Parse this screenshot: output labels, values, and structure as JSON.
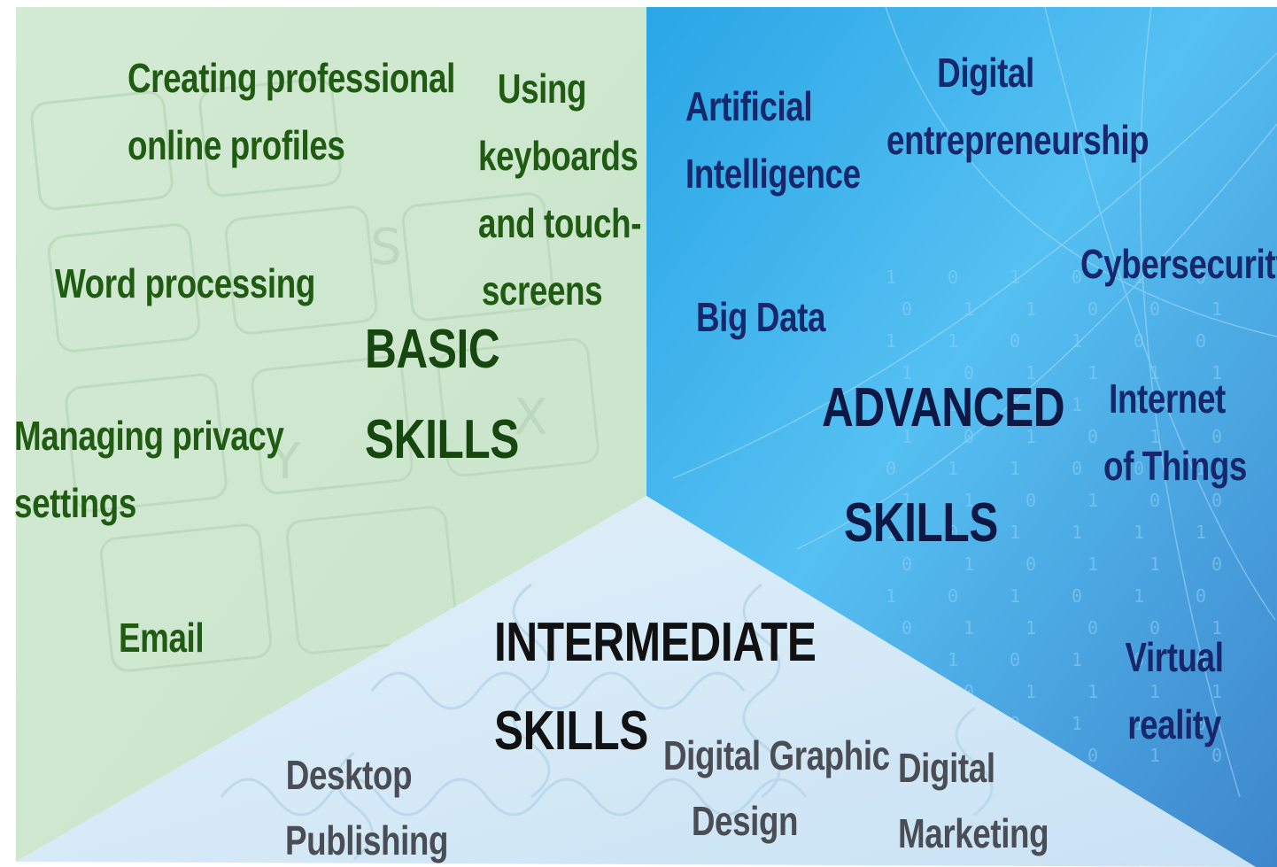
{
  "sections": {
    "basic": {
      "title": [
        "BASIC",
        "SKILLS"
      ],
      "color": "#1f5c12",
      "background": "#d6ecd6",
      "skills": {
        "online_profiles": [
          "Creating professional",
          "online profiles"
        ],
        "keyboards": [
          "Using",
          "keyboards",
          "and touch-",
          "screens"
        ],
        "word_processing": "Word processing",
        "privacy": [
          "Managing privacy",
          "settings"
        ],
        "email": "Email"
      }
    },
    "advanced": {
      "title": [
        "ADVANCED",
        "SKILLS"
      ],
      "color": "#16286b",
      "background": "#4bb8ee",
      "skills": {
        "ai": [
          "Artificial",
          "Intelligence"
        ],
        "entrepreneurship": [
          "Digital",
          "entrepreneurship"
        ],
        "cybersecurity": "Cybersecurity",
        "big_data": "Big Data",
        "iot": [
          "Internet",
          "of Things"
        ],
        "vr": [
          "Virtual",
          "reality"
        ]
      }
    },
    "intermediate": {
      "title": [
        "INTERMEDIATE",
        "SKILLS"
      ],
      "color": "#111111",
      "background": "#d9ecf8",
      "skills": {
        "desktop_publishing": [
          "Desktop",
          "Publishing"
        ],
        "graphic_design": [
          "Digital Graphic",
          "Design"
        ],
        "marketing": [
          "Digital",
          "Marketing"
        ]
      }
    }
  },
  "background_glyphs": {
    "keyboard_keys": [
      "S",
      "Y",
      "X"
    ],
    "binary_columns": [
      "1 0 1 1 0",
      "0 1 1 0 1",
      "1 1 0 1 0",
      "0 0 1 1 1",
      "1 0 0 1 1",
      "0 1 0 1 0"
    ]
  }
}
